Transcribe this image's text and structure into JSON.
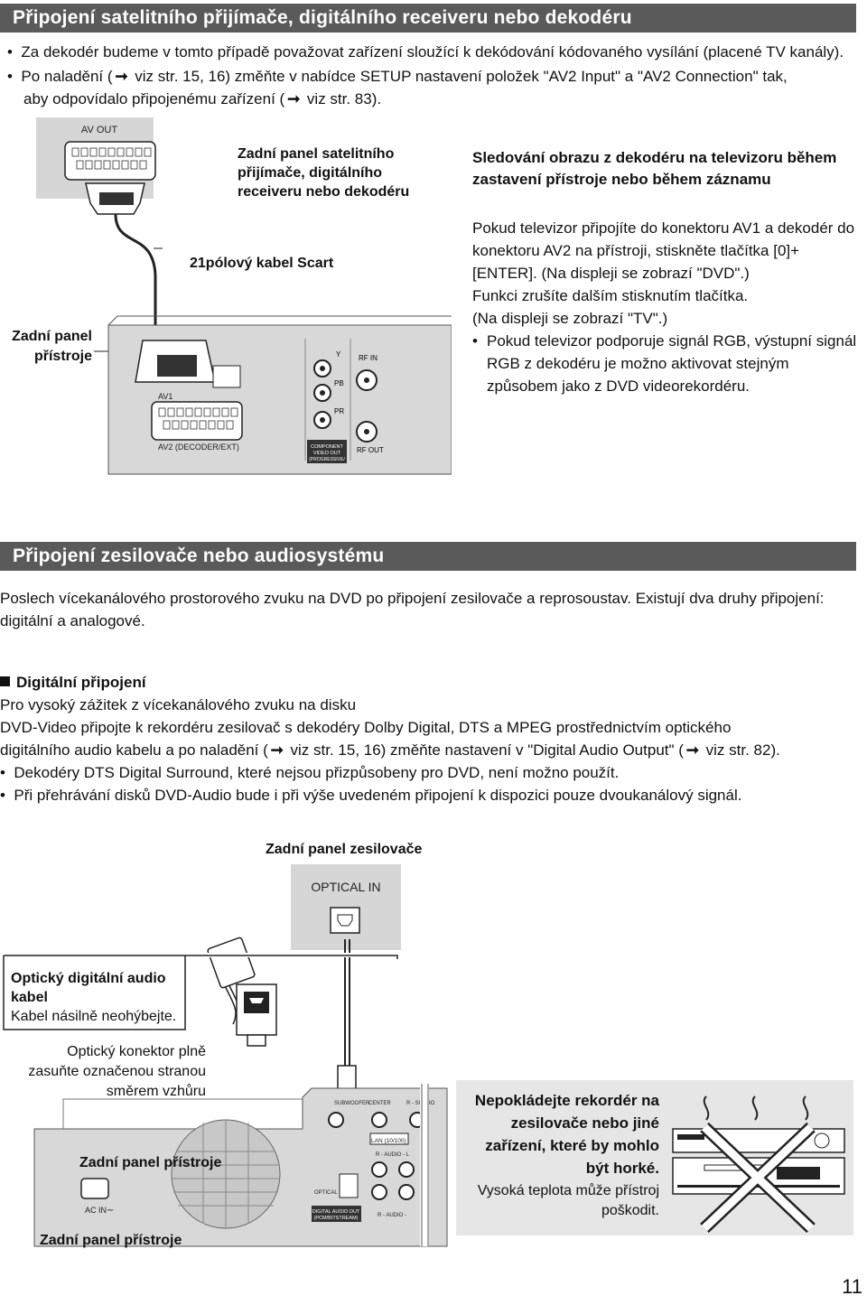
{
  "section1": {
    "title": "Připojení satelitního přijímače, digitálního receiveru nebo dekodéru",
    "bullet1": "Za dekodér budeme v tomto případě považovat zařízení sloužící k dekódování kódovaného vysílání (placené TV kanály).",
    "bullet2_a": "Po naladění (",
    "bullet2_b": " viz str. 15, 16) změňte v nabídce SETUP nastavení položek \"AV2 Input\" a \"AV2 Connection\" tak,",
    "bullet2_c": "aby odpovídalo připojenému zařízení (",
    "bullet2_d": " viz str. 83).",
    "diagram": {
      "av_out": "AV OUT",
      "satellite_label": "Zadní panel satelitního přijímače, digitálního receiveru nebo dekodéru",
      "cable_label": "21pólový kabel Scart",
      "recorder_label": "Zadní panel přístroje",
      "av2_label": "AV2 (DECODER/EXT)",
      "y_label": "Y",
      "pb_label": "PB",
      "pr_label": "PR",
      "rf_in": "RF IN",
      "rf_out": "RF OUT",
      "component_label": "COMPONENT VIDEO OUT (PROGRESSIVE/ INTERLACE)"
    },
    "right_title": "Sledování obrazu z dekodéru na televizoru během zastavení přístroje nebo během záznamu",
    "right_p1": "Pokud televizor připojíte do konektoru AV1 a dekodér do konektoru AV2 na přístroji, stiskněte tlačítka [0]+[ENTER]. (Na displeji se zobrazí \"DVD\".)",
    "right_p2": "Funkci zrušíte dalším stisknutím tlačítka.",
    "right_p3": "(Na displeji se zobrazí \"TV\".)",
    "right_bullet": "Pokud televizor podporuje signál RGB, výstupní signál RGB z dekodéru je možno aktivovat stejným způsobem jako z DVD videorekordéru."
  },
  "section2": {
    "title": "Připojení zesilovače nebo audiosystému",
    "intro": "Poslech vícekanálového prostorového zvuku na DVD po připojení zesilovače a reprosoustav. Existují dva druhy připojení: digitální a analogové.",
    "sub_title": "Digitální připojení",
    "line1": "Pro vysoký zážitek z vícekanálového zvuku na disku",
    "line2": "DVD-Video připojte k rekordéru zesilovač s dekodéry Dolby Digital, DTS a MPEG prostřednictvím optického",
    "line3_a": "digitálního audio kabelu a po naladění (",
    "line3_b": " viz str. 15, 16) změňte nastavení v \"Digital Audio Output\" (",
    "line3_c": " viz str. 82).",
    "bullet1": "Dekodéry DTS Digital Surround, které nejsou přizpůsobeny pro DVD, není možno použít.",
    "bullet2": "Při přehrávání disků DVD-Audio bude i při výše uvedeném připojení k dispozici pouze dvoukanálový signál.",
    "diagram": {
      "amp_label": "Zadní panel zesilovače",
      "optical_in": "OPTICAL IN",
      "cable_title": "Optický digitální audio kabel",
      "cable_note": "Kabel násilně neohýbejte.",
      "connector_note": "Optický konektor plně zasuňte označenou stranou směrem vzhůru",
      "recorder_label_inner": "Zadní panel přístroje",
      "recorder_label_outer": "Zadní panel přístroje",
      "ac_in": "AC IN",
      "subwoofer": "SUBWOOFER",
      "center": "CENTER",
      "r_surro": "R - SURRO",
      "lan": "LAN (10/100)",
      "r_audio_l": "R - AUDIO - L",
      "optical": "OPTICAL",
      "digital_audio_out": "DIGITAL AUDIO OUT (PCM/BITSTREAM)",
      "r_audio": "R - AUDIO -"
    },
    "warning_bold": "Nepokládejte rekordér na zesilovače nebo jiné zařízení, které by mohlo být horké.",
    "warning_text": "Vysoká teplota může přístroj poškodit."
  },
  "page_number": "11",
  "icons": {
    "arrow": "right-arrow-icon",
    "heat": "heat-waves-icon",
    "cross": "prohibition-cross-icon"
  }
}
